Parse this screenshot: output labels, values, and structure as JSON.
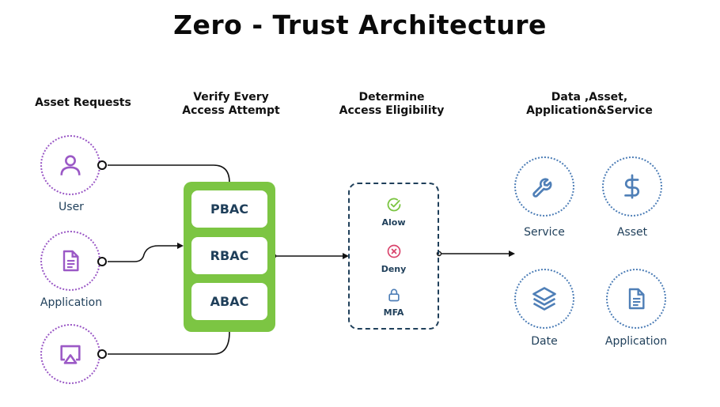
{
  "title": "Zero - Trust Architecture",
  "columns": {
    "requests": "Asset Requests",
    "verify": "Verify Every\nAccess Attempt",
    "determine": "Determine\nAccess Eligibility",
    "resources": "Data ,Asset,\nApplication&Service"
  },
  "requesters": [
    {
      "label": "User",
      "icon": "user-icon"
    },
    {
      "label": "Application",
      "icon": "document-icon"
    },
    {
      "label": "",
      "icon": "airplay-icon"
    }
  ],
  "controls": [
    "PBAC",
    "RBAC",
    "ABAC"
  ],
  "decisions": [
    {
      "label": "Alow",
      "icon": "check-circle-icon",
      "color": "#7cc543"
    },
    {
      "label": "Deny",
      "icon": "x-circle-icon",
      "color": "#d9436b"
    },
    {
      "label": "MFA",
      "icon": "lock-icon",
      "color": "#4f7fb7"
    }
  ],
  "resources": [
    {
      "label": "Service",
      "icon": "wrench-icon"
    },
    {
      "label": "Asset",
      "icon": "dollar-icon"
    },
    {
      "label": "Date",
      "icon": "layers-icon"
    },
    {
      "label": "Application",
      "icon": "document-icon"
    }
  ],
  "colors": {
    "accent_green": "#7cc543",
    "requester_purple": "#9b59c6",
    "resource_blue": "#4f7fb7",
    "text_navy": "#1f3f5a"
  }
}
